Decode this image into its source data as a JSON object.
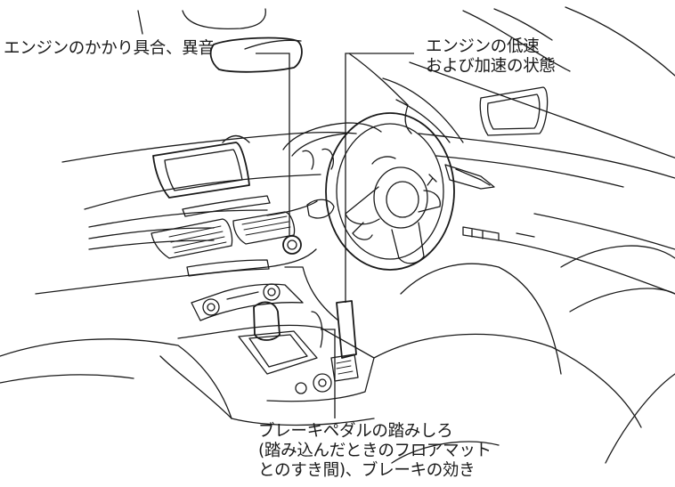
{
  "labels": {
    "engine_start": "エンジンのかかり具合、異音",
    "engine_low_speed": [
      "エンジンの低速",
      "および加速の状態"
    ],
    "brake_pedal": [
      "ブレーキペダルの踏みしろ",
      "(踏み込んだときのフロアマット",
      "とのすき間)、ブレーキの効き"
    ]
  }
}
